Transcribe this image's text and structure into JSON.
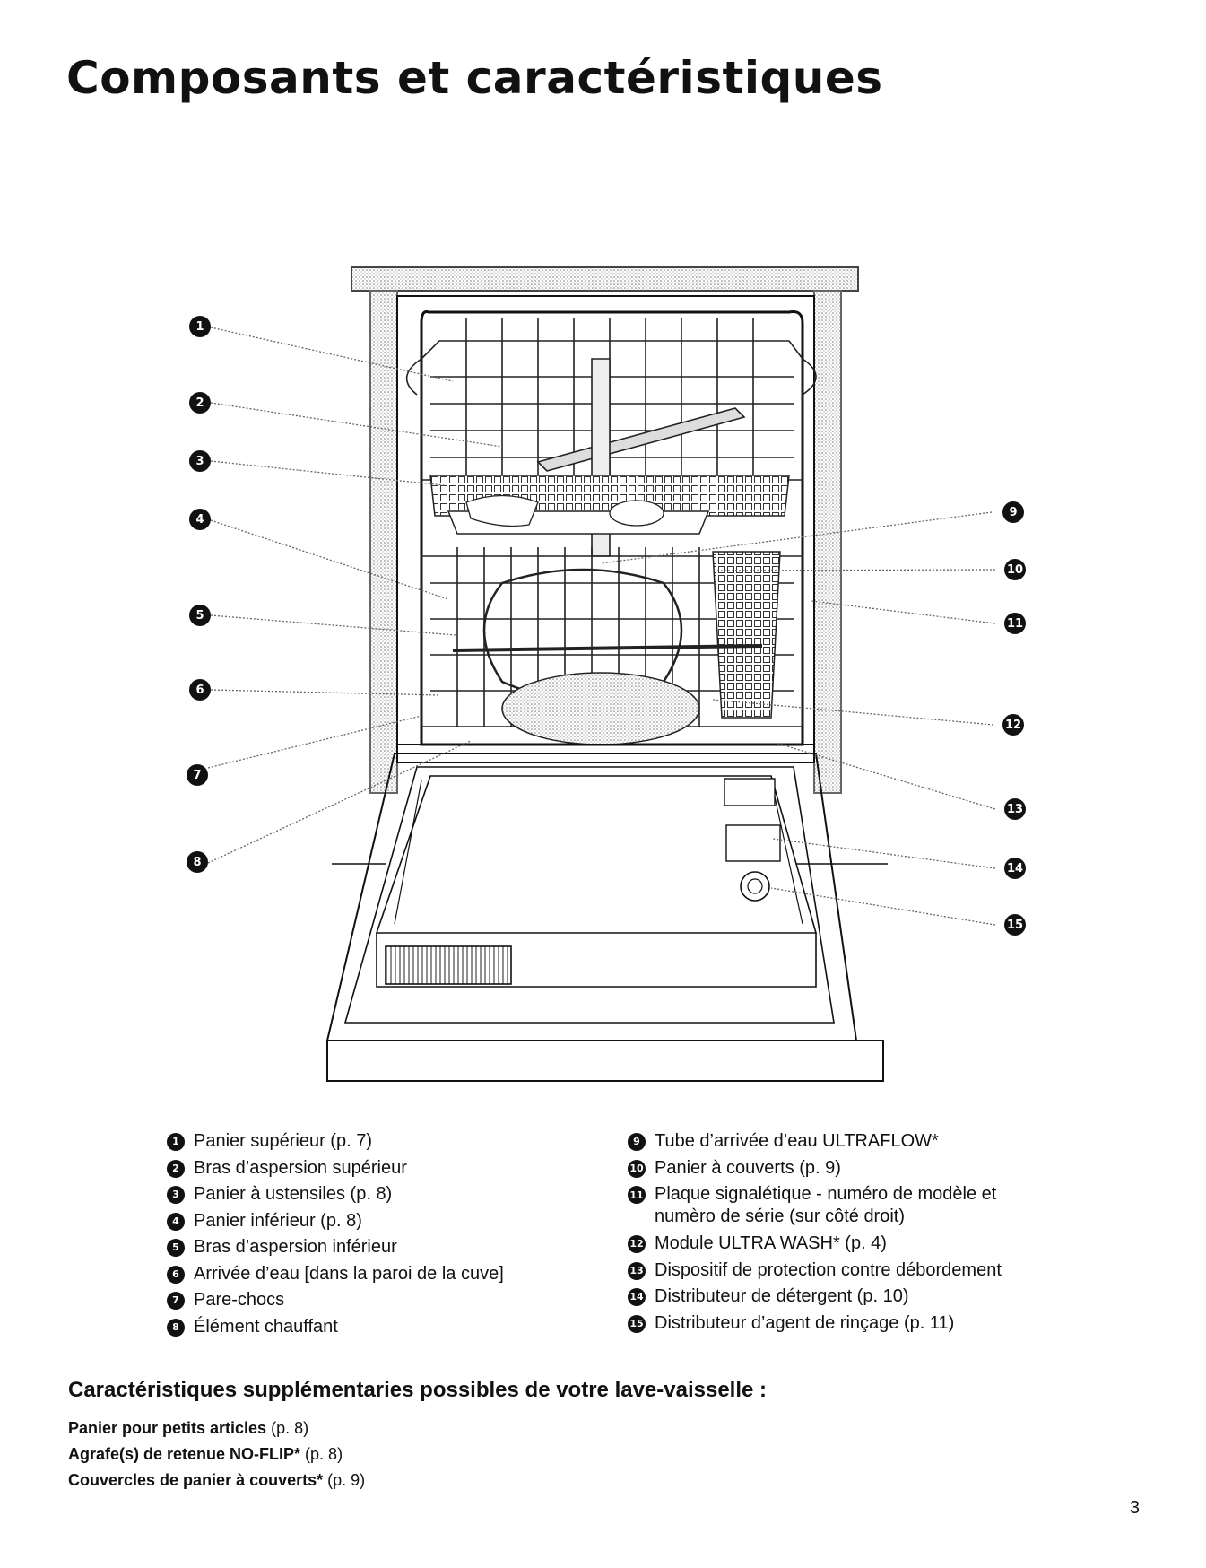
{
  "page": {
    "title": "Composants et caractéristiques",
    "page_number": "3"
  },
  "legend_left": [
    {
      "num": "1",
      "text": "Panier supérieur (p. 7)"
    },
    {
      "num": "2",
      "text": "Bras d’aspersion supérieur"
    },
    {
      "num": "3",
      "text": "Panier à ustensiles (p. 8)"
    },
    {
      "num": "4",
      "text": "Panier inférieur (p. 8)"
    },
    {
      "num": "5",
      "text": "Bras d’aspersion inférieur"
    },
    {
      "num": "6",
      "text": "Arrivée d’eau [dans la paroi de la cuve]"
    },
    {
      "num": "7",
      "text": "Pare-chocs"
    },
    {
      "num": "8",
      "text": "Élément chauffant"
    }
  ],
  "legend_right": [
    {
      "num": "9",
      "text": "Tube d’arrivée d’eau ULTRAFLOW*"
    },
    {
      "num": "10",
      "text": "Panier à couverts (p. 9)"
    },
    {
      "num": "11",
      "text": "Plaque signalétique - numéro de modèle et",
      "text2": "numèro de série (sur côté droit)"
    },
    {
      "num": "12",
      "text": "Module ULTRA WASH* (p. 4)"
    },
    {
      "num": "13",
      "text": "Dispositif de protection contre débordement"
    },
    {
      "num": "14",
      "text": "Distributeur de détergent (p. 10)"
    },
    {
      "num": "15",
      "text": "Distributeur d’agent de rinçage (p. 11)"
    }
  ],
  "diagram_callouts": [
    "1",
    "2",
    "3",
    "4",
    "5",
    "6",
    "7",
    "8",
    "9",
    "10",
    "11",
    "12",
    "13",
    "14",
    "15"
  ],
  "features": {
    "heading": "Caractéristiques supplémentaries possibles de votre lave-vaisselle :",
    "items": [
      {
        "bold": "Panier pour petits articles",
        "ref": " (p. 8)"
      },
      {
        "bold": "Agrafe(s) de retenue NO-FLIP*",
        "ref": " (p. 8)"
      },
      {
        "bold": "Couvercles de panier à couverts*",
        "ref": " (p. 9)"
      }
    ]
  }
}
